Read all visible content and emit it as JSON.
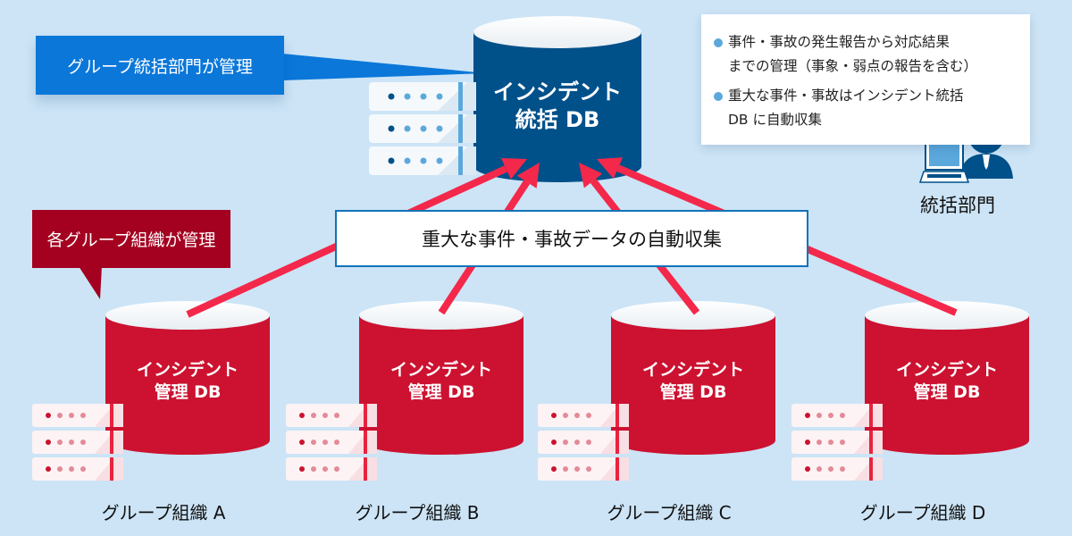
{
  "central": {
    "callout": "グループ統括部門が管理",
    "db_line1": "インシデント",
    "db_line2": "統括 DB",
    "color": "#00508a"
  },
  "info": {
    "items": [
      {
        "line1": "事件・事故の発生報告から対応結果",
        "line2": "までの管理（事象・弱点の報告を含む）"
      },
      {
        "line1": "重大な事件・事故はインシデント統括",
        "line2": "DB に自動収集"
      }
    ],
    "bullet_color": "#5ba8dc"
  },
  "department": {
    "label": "統括部門"
  },
  "collection": {
    "label": "重大な事件・事故データの自動収集",
    "arrow_color": "#f4284a"
  },
  "group_callout": "各グループ組織が管理",
  "orgs": [
    {
      "db_line1": "インシデント",
      "db_line2": "管理 DB",
      "label": "グループ組織 A"
    },
    {
      "db_line1": "インシデント",
      "db_line2": "管理 DB",
      "label": "グループ組織 B"
    },
    {
      "db_line1": "インシデント",
      "db_line2": "管理 DB",
      "label": "グループ組織 C"
    },
    {
      "db_line1": "インシデント",
      "db_line2": "管理 DB",
      "label": "グループ組織 D"
    }
  ],
  "colors": {
    "background": "#cce4f6",
    "org_db": "#cc1230",
    "callout_blue": "#0a77d9",
    "callout_red": "#a40020"
  }
}
